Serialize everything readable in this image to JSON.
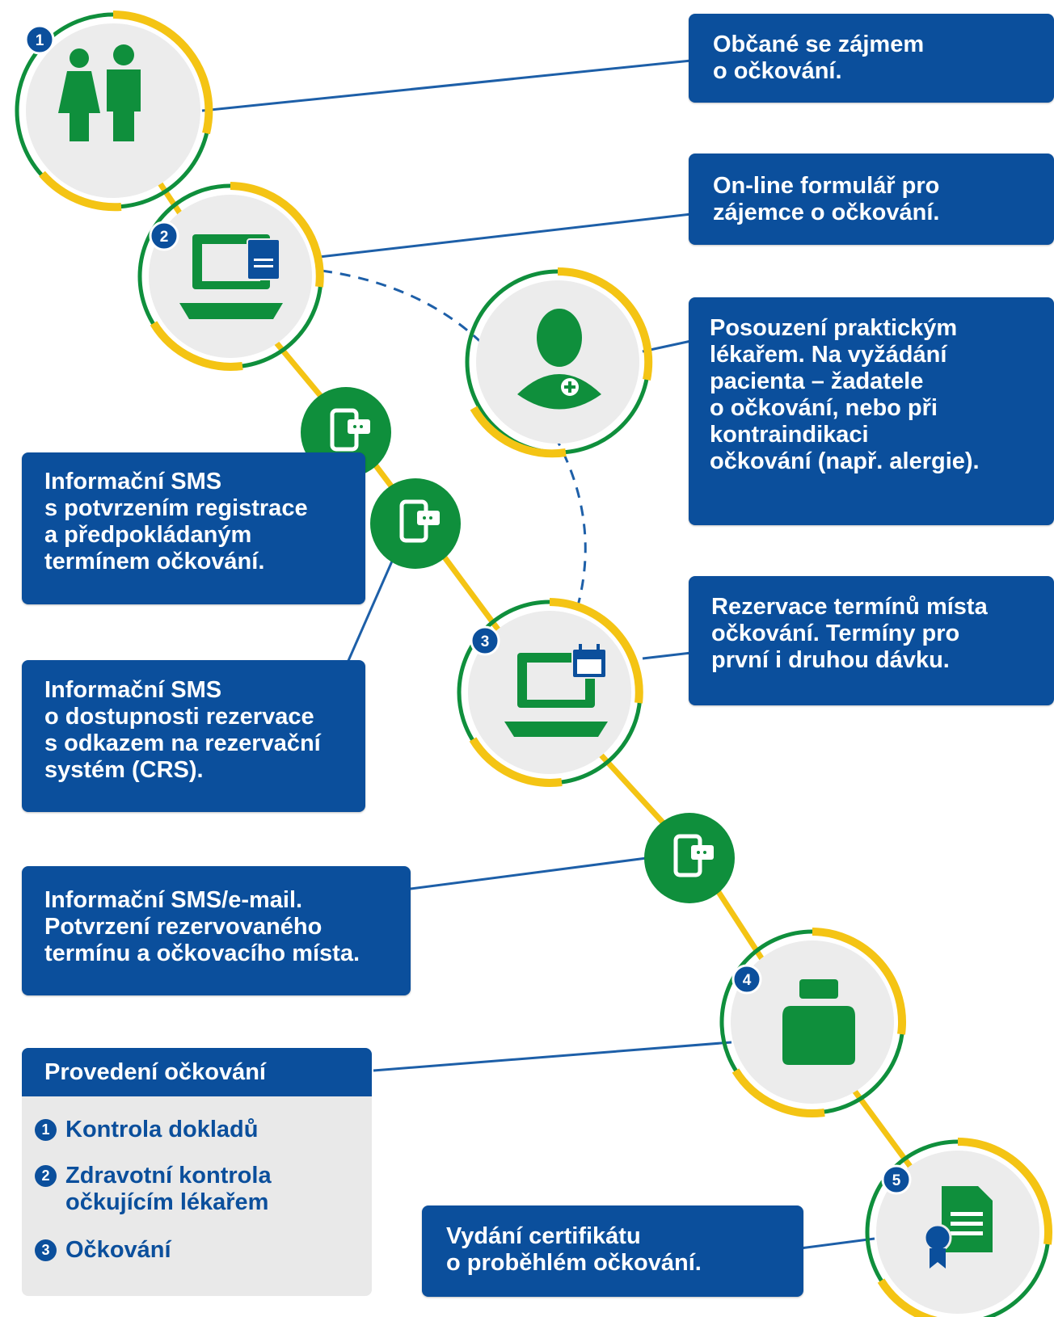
{
  "colors": {
    "blue": "#0b4f9c",
    "green": "#0f8f3c",
    "yellow": "#f4c414",
    "circle_fill": "#ececec",
    "card_bg": "#e9e9e9"
  },
  "steps": [
    {
      "number": "1",
      "icon": "people-icon"
    },
    {
      "number": "2",
      "icon": "laptop-form-icon"
    },
    {
      "number": "3",
      "icon": "laptop-calendar-icon"
    },
    {
      "number": "4",
      "icon": "vaccine-vial-icon"
    },
    {
      "number": "5",
      "icon": "certificate-icon"
    }
  ],
  "doctor_icon": "doctor-icon",
  "sms_icon": "phone-message-icon",
  "boxes": {
    "interest": [
      "Občané se zájmem",
      "o očkování."
    ],
    "online_form": [
      "On-line formulář pro",
      "zájemce o očkování."
    ],
    "gp_assessment": [
      "Posouzení praktickým",
      "lékařem. Na vyžádání",
      "pacienta – žadatele",
      "o očkování, nebo při",
      "kontraindikaci",
      "očkování (např. alergie)."
    ],
    "sms_registration": [
      "Informační SMS",
      "s potvrzením registrace",
      "a předpokládaným",
      "termínem očkování."
    ],
    "reservation": [
      "Rezervace termínů místa",
      "očkování. Termíny pro",
      "první i druhou dávku."
    ],
    "sms_crs": [
      "Informační SMS",
      "o dostupnosti rezervace",
      "s odkazem na rezervační",
      "systém (CRS)."
    ],
    "sms_email": [
      "Informační SMS/e-mail.",
      "Potvrzení rezervovaného",
      "termínu a očkovacího místa."
    ],
    "certificate": [
      "Vydání certifikátu",
      "o proběhlém očkování."
    ]
  },
  "procedure": {
    "title": "Provedení očkování",
    "items": [
      {
        "num": "1",
        "lines": [
          "Kontrola dokladů"
        ]
      },
      {
        "num": "2",
        "lines": [
          "Zdravotní kontrola",
          "očkujícím lékařem"
        ]
      },
      {
        "num": "3",
        "lines": [
          "Očkování"
        ]
      }
    ]
  }
}
